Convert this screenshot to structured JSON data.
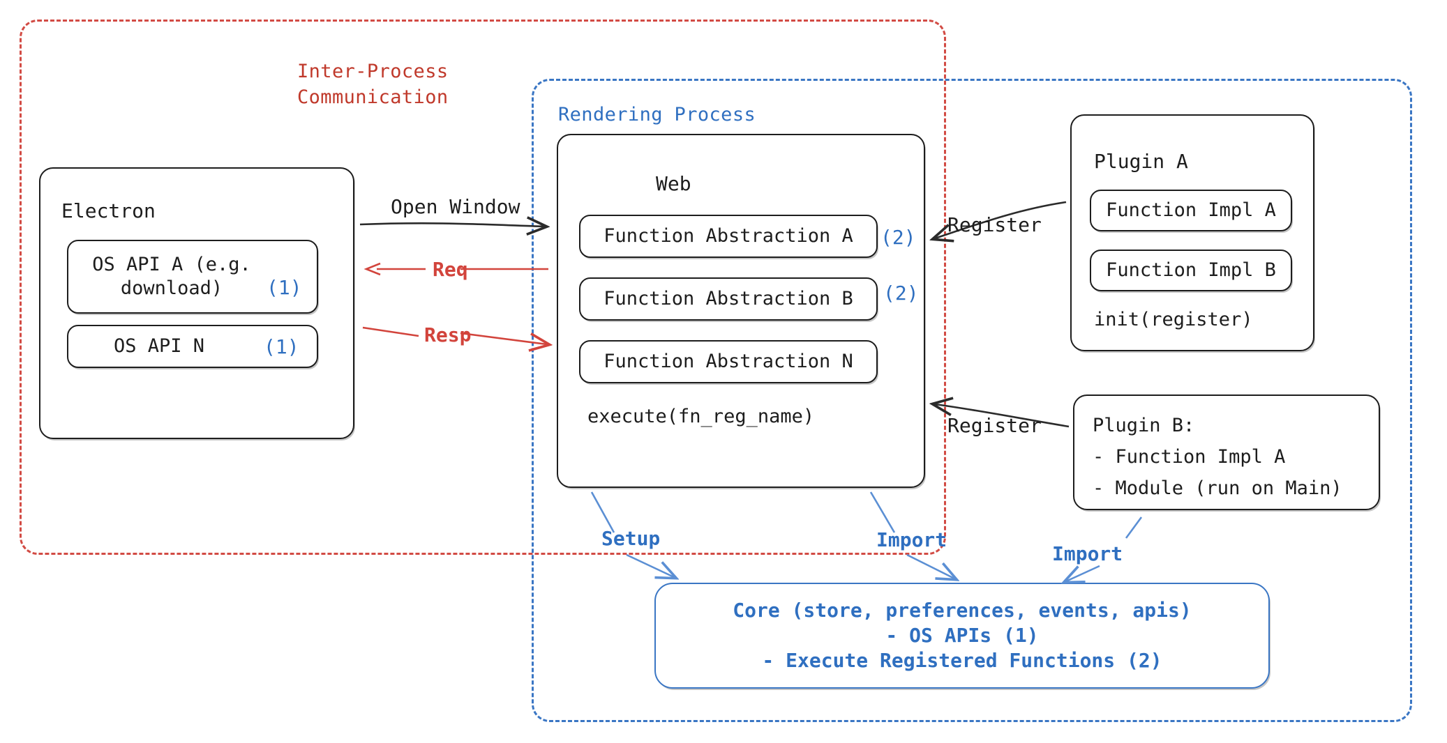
{
  "diagram": {
    "title": "Electron plugin architecture"
  },
  "groups": {
    "ipc": {
      "label": "Inter-Process\nCommunication",
      "color": "#c0392b"
    },
    "render": {
      "label": "Rendering Process",
      "color": "#2f6fc0"
    }
  },
  "electron": {
    "title": "Electron",
    "apis": [
      {
        "label": "OS API A (e.g.\ndownload)",
        "badge": "(1)"
      },
      {
        "label": "OS API N",
        "badge": "(1)"
      }
    ]
  },
  "web": {
    "title": "Web",
    "abstractions": [
      {
        "label": "Function Abstraction A",
        "badge": "(2)"
      },
      {
        "label": "Function Abstraction B",
        "badge": "(2)"
      },
      {
        "label": "Function Abstraction N",
        "badge": ""
      }
    ],
    "footer": "execute(fn_reg_name)"
  },
  "plugin_a": {
    "title": "Plugin A",
    "items": [
      "Function Impl A",
      "Function Impl B"
    ],
    "footer": "init(register)"
  },
  "plugin_b": {
    "lines": [
      "Plugin B:",
      "- Function Impl A",
      "- Module (run on Main)"
    ]
  },
  "core": {
    "lines": [
      "Core (store, preferences, events, apis)",
      "- OS APIs (1)",
      "- Execute Registered Functions (2)"
    ]
  },
  "edges": {
    "open_window": "Open Window",
    "req": "Req",
    "resp": "Resp",
    "register_a": "Register",
    "register_b": "Register",
    "setup": "Setup",
    "import_web": "Import",
    "import_plugin": "Import"
  },
  "colors": {
    "ipc_red": "#d2443c",
    "render_blue": "#3a76c4",
    "node_black": "#1d1d1d",
    "badge_blue": "#2f6fc0"
  }
}
